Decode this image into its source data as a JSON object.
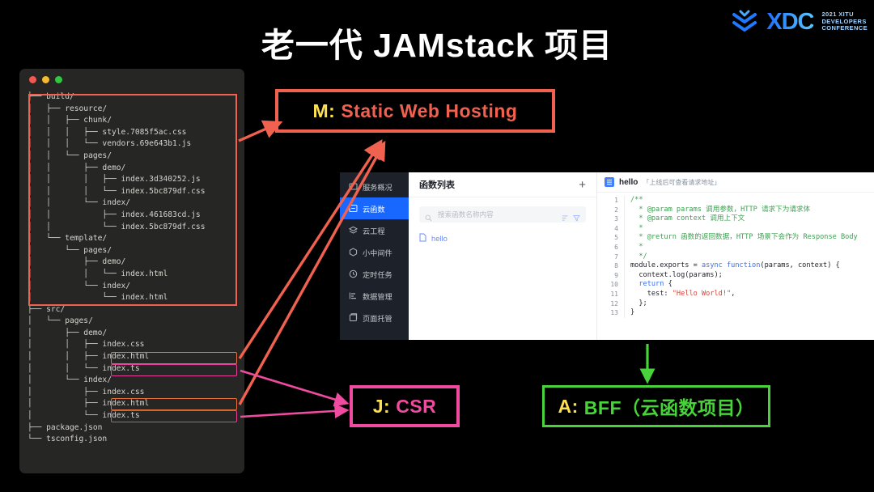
{
  "header": {
    "title": "老一代 JAMstack 项目",
    "logo_x": "XDC",
    "logo_sub_1": "2021 XITU",
    "logo_sub_2": "DEVELOPERS",
    "logo_sub_3": "CONFERENCE"
  },
  "terminal": {
    "tree": [
      "├── build/",
      "│   ├── resource/",
      "│   │   ├── chunk/",
      "│   │   │   ├── style.7085f5ac.css",
      "│   │   │   └── vendors.69e643b1.js",
      "│   │   └── pages/",
      "│   │       ├── demo/",
      "│   │       │   ├── index.3d340252.js",
      "│   │       │   └── index.5bc879df.css",
      "│   │       └── index/",
      "│   │           ├── index.461683cd.js",
      "│   │           └── index.5bc879df.css",
      "│   └── template/",
      "│       └── pages/",
      "│           ├── demo/",
      "│           │   └── index.html",
      "│           └── index/",
      "│               └── index.html",
      "├── src/",
      "│   └── pages/",
      "│       ├── demo/",
      "│       │   ├── index.css",
      "│       │   ├── index.html",
      "│       │   └── index.ts",
      "│       └── index/",
      "│           ├── index.css",
      "│           ├── index.html",
      "│           └── index.ts",
      "├── package.json",
      "└── tsconfig.json"
    ],
    "highlight_color_html": "#e8703a",
    "highlight_color_ts": "#e8409a",
    "build_box_color": "#f0614f"
  },
  "labels": {
    "m": {
      "key": "M:",
      "value": "Static  Web Hosting",
      "color": "#f0614f"
    },
    "j": {
      "key": "J:",
      "value": "CSR",
      "color": "#ef4ba0"
    },
    "a": {
      "key": "A:",
      "value": "BFF（云函数项目）",
      "color": "#47d339"
    }
  },
  "console": {
    "sidebar": [
      {
        "label": "服务概况",
        "icon": "monitor-icon",
        "selected": false
      },
      {
        "label": "云函数",
        "icon": "function-icon",
        "selected": true
      },
      {
        "label": "云工程",
        "icon": "layers-icon",
        "selected": false
      },
      {
        "label": "小中间件",
        "icon": "hexagon-icon",
        "selected": false
      },
      {
        "label": "定时任务",
        "icon": "clock-icon",
        "selected": false
      },
      {
        "label": "数据管理",
        "icon": "database-icon",
        "selected": false
      },
      {
        "label": "页面托管",
        "icon": "page-icon",
        "selected": false
      }
    ],
    "list": {
      "title": "函数列表",
      "add_label": "+",
      "search_placeholder": "搜索函数名称内容",
      "search_value": "",
      "sort_icon": "sort-icon",
      "filter_icon": "filter-icon",
      "items": [
        {
          "name": "hello",
          "icon": "file-icon"
        }
      ]
    },
    "editor": {
      "name": "hello",
      "note": "「上线后可查看请求地址」",
      "lines": [
        {
          "no": "1",
          "parts": [
            {
              "t": "/**",
              "c": "cm"
            }
          ]
        },
        {
          "no": "2",
          "parts": [
            {
              "t": "  * @param params 调用参数，HTTP 请求下为请求体",
              "c": "cm"
            }
          ]
        },
        {
          "no": "3",
          "parts": [
            {
              "t": "  * @param context 调用上下文",
              "c": "cm"
            }
          ]
        },
        {
          "no": "4",
          "parts": [
            {
              "t": "  *",
              "c": "cm"
            }
          ]
        },
        {
          "no": "5",
          "parts": [
            {
              "t": "  * @return 函数的返回数据，HTTP 场景下会作为 Response Body",
              "c": "cm"
            }
          ]
        },
        {
          "no": "6",
          "parts": [
            {
              "t": "  *",
              "c": "cm"
            }
          ]
        },
        {
          "no": "7",
          "parts": [
            {
              "t": "  */",
              "c": "cm"
            }
          ]
        },
        {
          "no": "8",
          "parts": [
            {
              "t": "module.exports = ",
              "c": "pl"
            },
            {
              "t": "async function",
              "c": "kw"
            },
            {
              "t": "(params, context) {",
              "c": "pl"
            }
          ]
        },
        {
          "no": "9",
          "parts": [
            {
              "t": "  context.log(params);",
              "c": "pl"
            }
          ]
        },
        {
          "no": "10",
          "parts": [
            {
              "t": "  ",
              "c": "pl"
            },
            {
              "t": "return",
              "c": "kw"
            },
            {
              "t": " {",
              "c": "pl"
            }
          ]
        },
        {
          "no": "11",
          "parts": [
            {
              "t": "    test: ",
              "c": "pl"
            },
            {
              "t": "\"Hello World!\"",
              "c": "str"
            },
            {
              "t": ",",
              "c": "pl"
            }
          ]
        },
        {
          "no": "12",
          "parts": [
            {
              "t": "  };",
              "c": "pl"
            }
          ]
        },
        {
          "no": "13",
          "parts": [
            {
              "t": "}",
              "c": "pl"
            }
          ]
        }
      ]
    }
  },
  "arrows": {
    "red": "#f0614f",
    "pink": "#ef4ba0",
    "green": "#47d339"
  }
}
